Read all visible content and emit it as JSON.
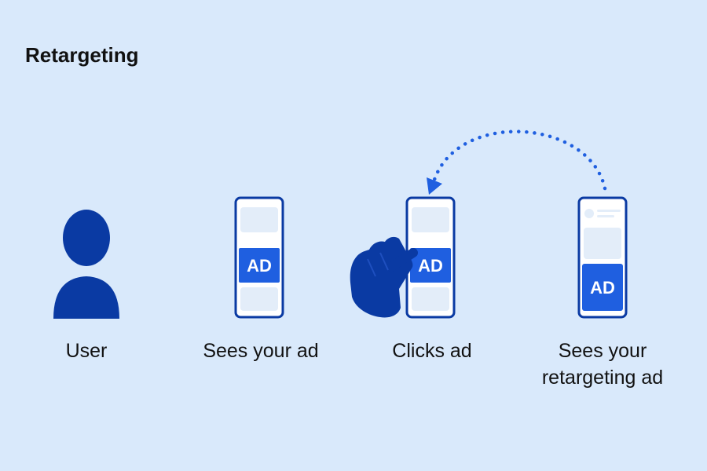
{
  "title": "Retargeting",
  "colors": {
    "background": "#d9e9fb",
    "primary_dark": "#0a3aa3",
    "accent_blue": "#1f5fe0",
    "phone_screen_block": "#e3edf9",
    "text": "#111111"
  },
  "steps": [
    {
      "icon": "user-silhouette-icon",
      "caption_lines": [
        "User"
      ]
    },
    {
      "icon": "phone-with-ad-icon",
      "ad_label": "AD",
      "caption_lines": [
        "Sees your ad"
      ]
    },
    {
      "icon": "hand-clicking-phone-ad-icon",
      "ad_label": "AD",
      "caption_lines": [
        "Clicks ad"
      ]
    },
    {
      "icon": "phone-with-retargeting-ad-icon",
      "ad_label": "AD",
      "caption_lines": [
        "Sees your",
        "retargeting ad"
      ]
    }
  ],
  "connector": {
    "icon": "dotted-curved-arrow-icon",
    "from_step": 4,
    "to_step": 3
  }
}
